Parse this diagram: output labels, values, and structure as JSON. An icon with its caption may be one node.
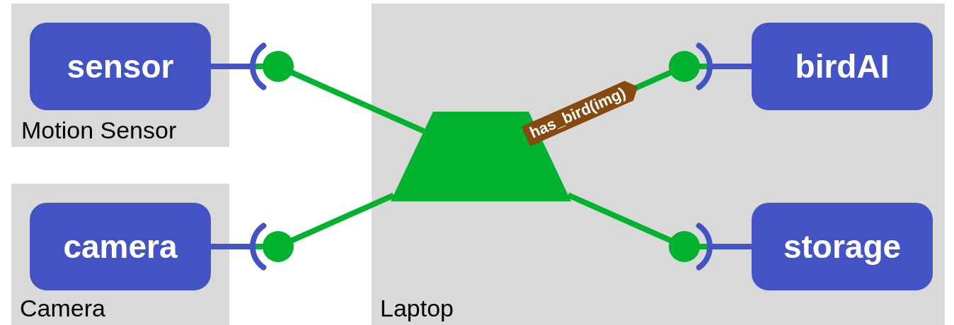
{
  "diagram": {
    "nodes": [
      {
        "text": [
          "Motion Sensor"
        ]
      },
      {
        "text": [
          "sensor"
        ],
        "in": 0
      },
      {
        "text": [
          "Camera"
        ]
      },
      {
        "text": [
          "camera"
        ],
        "in": 2
      },
      {
        "text": [
          "Laptop"
        ]
      },
      {
        "text": [
          "birdAI"
        ],
        "in": 4
      },
      {
        "text": [
          "storage"
        ],
        "in": 4
      },
      {
        "text": [],
        "shape": "trapezoid",
        "in": 4
      }
    ],
    "edges": [
      {
        "from": 1,
        "to": 7,
        "arrow": "other"
      },
      {
        "from": 3,
        "to": 7,
        "arrow": "other"
      },
      {
        "from": 7,
        "to": 5,
        "arrow": "other",
        "label": "has_bird(img)"
      },
      {
        "from": 7,
        "to": 6,
        "arrow": "other"
      }
    ]
  }
}
